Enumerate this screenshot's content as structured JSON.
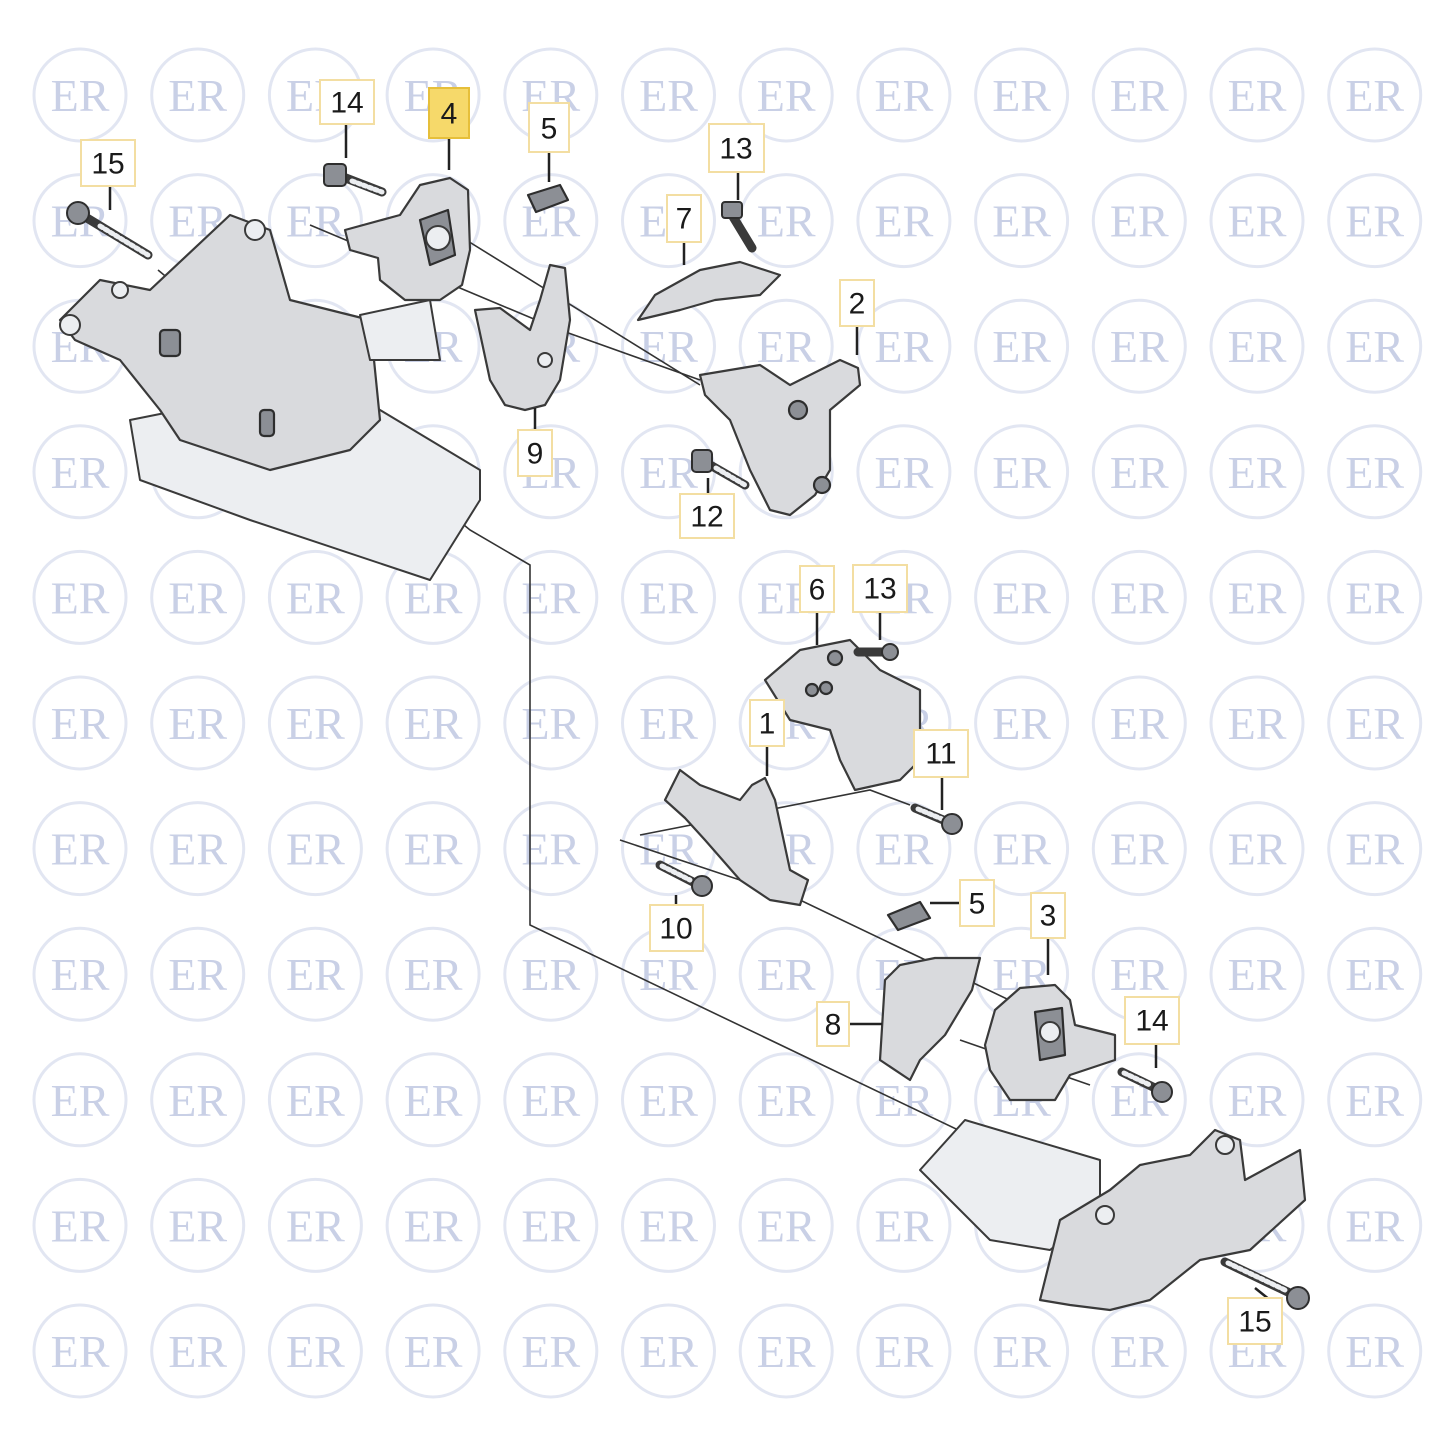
{
  "watermark": {
    "text": "ER"
  },
  "callouts": [
    {
      "id": "c15a",
      "label": "15",
      "selected": false
    },
    {
      "id": "c14a",
      "label": "14",
      "selected": false
    },
    {
      "id": "c4",
      "label": "4",
      "selected": true
    },
    {
      "id": "c5a",
      "label": "5",
      "selected": false
    },
    {
      "id": "c13a",
      "label": "13",
      "selected": false
    },
    {
      "id": "c7",
      "label": "7",
      "selected": false
    },
    {
      "id": "c2",
      "label": "2",
      "selected": false
    },
    {
      "id": "c9",
      "label": "9",
      "selected": false
    },
    {
      "id": "c12",
      "label": "12",
      "selected": false
    },
    {
      "id": "c6",
      "label": "6",
      "selected": false
    },
    {
      "id": "c13b",
      "label": "13",
      "selected": false
    },
    {
      "id": "c1",
      "label": "1",
      "selected": false
    },
    {
      "id": "c11",
      "label": "11",
      "selected": false
    },
    {
      "id": "c10",
      "label": "10",
      "selected": false
    },
    {
      "id": "c5b",
      "label": "5",
      "selected": false
    },
    {
      "id": "c3",
      "label": "3",
      "selected": false
    },
    {
      "id": "c8",
      "label": "8",
      "selected": false
    },
    {
      "id": "c14b",
      "label": "14",
      "selected": false
    },
    {
      "id": "c15b",
      "label": "15",
      "selected": false
    }
  ],
  "colors": {
    "highlight": "#f6d96a",
    "callout_border": "#f3dea2",
    "watermark": "#c9d0e6"
  }
}
